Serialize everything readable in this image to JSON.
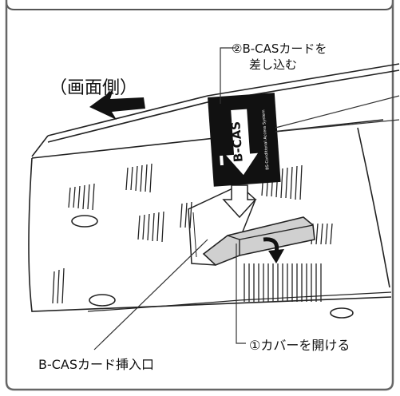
{
  "labels": {
    "screen_side": "（画面側）",
    "insert_card_line1": "②B-CASカードを",
    "insert_card_line2": "差し込む",
    "open_cover": "①カバーを開ける",
    "card_slot": "B-CASカード挿入口"
  },
  "card": {
    "brand": "B-CAS",
    "subtext": "BS-Conditional Access System"
  },
  "icons": {
    "screen_direction": "arrow-up-left-icon",
    "insert_direction": "arrow-down-icon",
    "open_direction": "curved-arrow-icon"
  }
}
